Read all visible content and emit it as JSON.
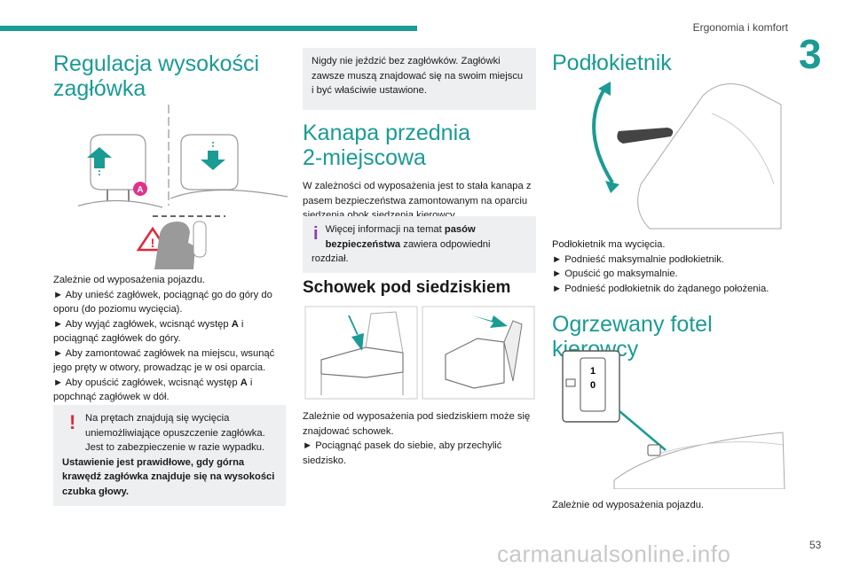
{
  "header": {
    "section": "Ergonomia i komfort",
    "chapter": "3"
  },
  "col1": {
    "title": "Regulacja wysokości zagłówka",
    "title_l1": "Regulacja wysokości",
    "title_l2": "zagłówka",
    "label_A": "A",
    "p1": "Zależnie od wyposażenia pojazdu.",
    "b1": "Aby unieść zagłówek, pociągnąć go do góry do oporu (do poziomu wycięcia).",
    "b2a": "Aby wyjąć zagłówek, wcisnąć występ ",
    "b2b": "A",
    "b2c": " i pociągnąć zagłówek do góry.",
    "b3": "Aby zamontować zagłówek na miejscu, wsunąć jego pręty w otwory, prowadząc je w osi oparcia.",
    "b4a": "Aby opuścić zagłówek, wcisnąć występ ",
    "b4b": "A",
    "b4c": " i popchnąć zagłówek w dół.",
    "warn1": "Na prętach znajdują się wycięcia uniemożliwiające opuszczenie zagłówka. Jest to zabezpieczenie w razie wypadku.",
    "warn2": "Ustawienie jest prawidłowe, gdy górna krawędź zagłówka znajduje się na wysokości czubka głowy."
  },
  "col2": {
    "box_top": "Nigdy nie jeździć bez zagłówków. Zagłówki zawsze muszą znajdować się na swoim miejscu i być właściwie ustawione.",
    "title_l1": "Kanapa przednia",
    "title_l2": "2-miejscowa",
    "p1": "W zależności od wyposażenia jest to stała kanapa z pasem bezpieczeństwa zamontowanym na oparciu siedzenia obok siedzenia kierowcy.",
    "info_a": "Więcej informacji na temat ",
    "info_b": "pasów bezpieczeństwa",
    "info_c": " zawiera odpowiedni rozdział.",
    "h3": "Schowek pod siedziskiem",
    "p2": "Zależnie od wyposażenia pod siedziskiem może się znajdować schowek.",
    "b1": "Pociągnąć pasek do siebie, aby przechylić siedzisko."
  },
  "col3": {
    "title1": "Podłokietnik",
    "p1": "Podłokietnik ma wycięcia.",
    "b1": "Podnieść maksymalnie podłokietnik.",
    "b2": "Opuścić go maksymalnie.",
    "b3": "Podnieść podłokietnik do żądanego położenia.",
    "title2": "Ogrzewany fotel kierowcy",
    "switch_1": "1",
    "switch_0": "0",
    "p2": "Zależnie od wyposażenia pojazdu."
  },
  "footer": {
    "page": "53",
    "watermark": "carmanualsonline.info"
  },
  "colors": {
    "accent": "#1a9b94",
    "warning": "#e0283a",
    "info": "#8a3fae",
    "box": "#eeeff0"
  }
}
